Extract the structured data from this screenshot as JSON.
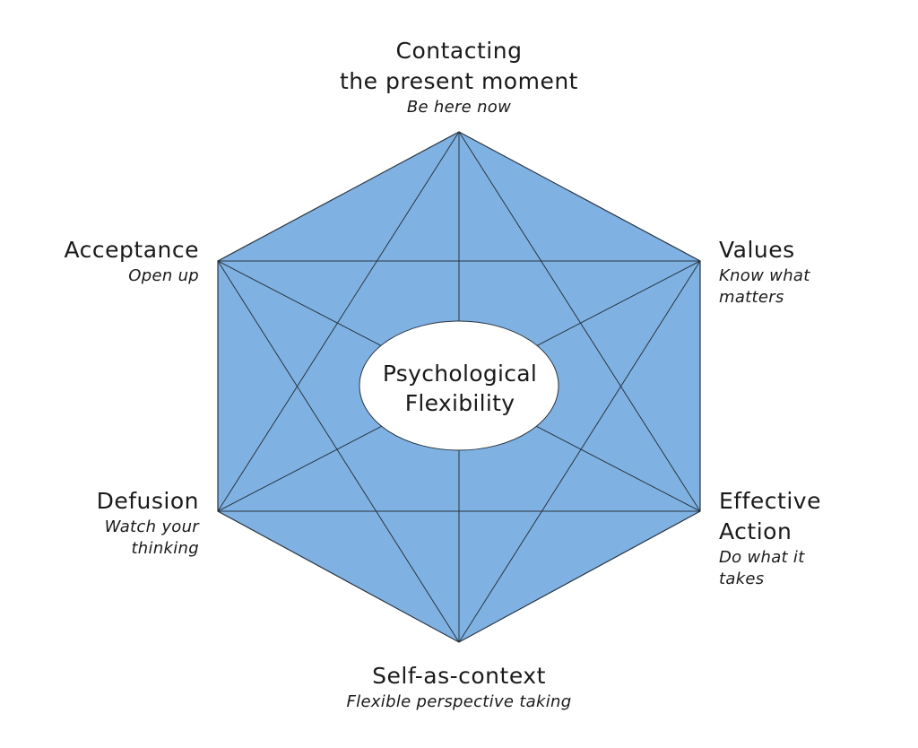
{
  "center": {
    "lines": [
      "Psychological",
      "Flexibility"
    ]
  },
  "nodes": {
    "top": {
      "title_lines": [
        "Contacting",
        "the present moment"
      ],
      "subtitle_lines": [
        "Be here now"
      ]
    },
    "left_upper": {
      "title_lines": [
        "Acceptance"
      ],
      "subtitle_lines": [
        "Open up"
      ]
    },
    "right_upper": {
      "title_lines": [
        "Values"
      ],
      "subtitle_lines": [
        "Know what",
        "matters"
      ]
    },
    "left_lower": {
      "title_lines": [
        "Defusion"
      ],
      "subtitle_lines": [
        "Watch your",
        "thinking"
      ]
    },
    "right_lower": {
      "title_lines": [
        "Effective",
        "Action"
      ],
      "subtitle_lines": [
        "Do what it",
        "takes"
      ]
    },
    "bottom": {
      "title_lines": [
        "Self-as-context"
      ],
      "subtitle_lines": [
        "Flexible perspective taking"
      ]
    }
  },
  "colors": {
    "hexagon_fill": "#7fb2e2",
    "line_color": "#2a3440",
    "center_fill": "#ffffff"
  }
}
